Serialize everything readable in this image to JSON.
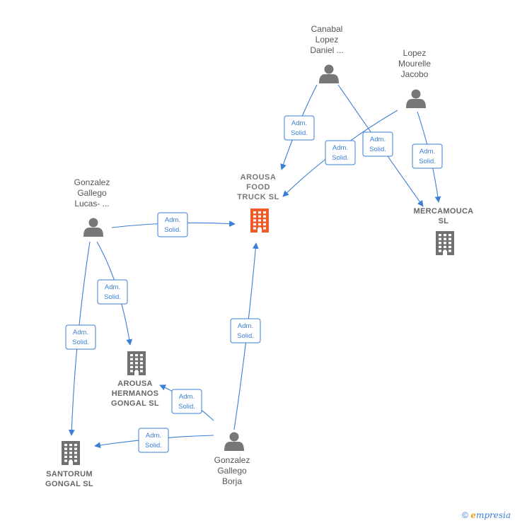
{
  "colors": {
    "edge": "#3a7fd5",
    "person": "#777777",
    "company": "#707070",
    "main_company": "#f05a28"
  },
  "nodes": {
    "canabal": {
      "type": "person",
      "lines": [
        "Canabal",
        "Lopez",
        "Daniel ..."
      ]
    },
    "lopez": {
      "type": "person",
      "lines": [
        "Lopez",
        "Mourelle",
        "Jacobo"
      ]
    },
    "gonzalez_lucas": {
      "type": "person",
      "lines": [
        "Gonzalez",
        "Gallego",
        "Lucas- ..."
      ]
    },
    "gonzalez_borja": {
      "type": "person",
      "lines": [
        "Gonzalez",
        "Gallego",
        "Borja"
      ]
    },
    "arousa_food": {
      "type": "company-main",
      "lines": [
        "AROUSA",
        "FOOD",
        "TRUCK  SL"
      ]
    },
    "mercamouca": {
      "type": "company",
      "lines": [
        "MERCAMOUCA",
        "SL"
      ]
    },
    "arousa_hermanos": {
      "type": "company",
      "lines": [
        "AROUSA",
        "HERMANOS",
        "GONGAL  SL"
      ]
    },
    "santorum": {
      "type": "company",
      "lines": [
        "SANTORUM",
        "GONGAL  SL"
      ]
    }
  },
  "edges": [
    {
      "from": "canabal",
      "to": "arousa_food",
      "label": [
        "Adm.",
        "Solid."
      ]
    },
    {
      "from": "canabal",
      "to": "mercamouca",
      "label": [
        "Adm.",
        "Solid."
      ]
    },
    {
      "from": "lopez",
      "to": "arousa_food",
      "label": [
        "Adm.",
        "Solid."
      ]
    },
    {
      "from": "lopez",
      "to": "mercamouca",
      "label": [
        "Adm.",
        "Solid."
      ]
    },
    {
      "from": "gonzalez_lucas",
      "to": "arousa_food",
      "label": [
        "Adm.",
        "Solid."
      ]
    },
    {
      "from": "gonzalez_lucas",
      "to": "arousa_hermanos",
      "label": [
        "Adm.",
        "Solid."
      ]
    },
    {
      "from": "gonzalez_lucas",
      "to": "santorum",
      "label": [
        "Adm.",
        "Solid."
      ]
    },
    {
      "from": "gonzalez_borja",
      "to": "arousa_food",
      "label": [
        "Adm.",
        "Solid."
      ]
    },
    {
      "from": "gonzalez_borja",
      "to": "arousa_hermanos",
      "label": [
        "Adm.",
        "Solid."
      ]
    },
    {
      "from": "gonzalez_borja",
      "to": "santorum",
      "label": [
        "Adm.",
        "Solid."
      ]
    }
  ],
  "footer": {
    "copyright": "©",
    "brand_initial": "e",
    "brand_rest": "mpresia"
  }
}
